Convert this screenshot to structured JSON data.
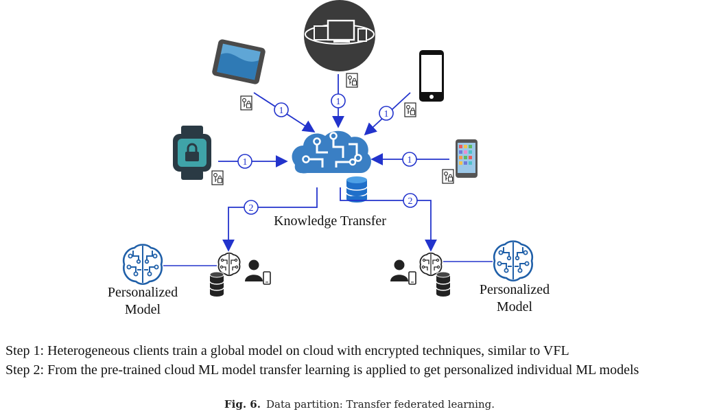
{
  "diagram": {
    "knowledge_label": "Knowledge Transfer",
    "step_marker_1": "1",
    "step_marker_2": "2",
    "personalized_left_line1": "Personalized",
    "personalized_left_line2": "Model",
    "personalized_right_line1": "Personalized",
    "personalized_right_line2": "Model"
  },
  "steps": {
    "step1": "Step 1: Heterogeneous clients train a global model on cloud with encrypted techniques, similar to VFL",
    "step2": "Step 2: From the pre-trained cloud ML model transfer learning is applied to get personalized individual ML models"
  },
  "caption": {
    "label": "Fig. 6.",
    "text": "Data partition: Transfer federated learning."
  },
  "colors": {
    "arrow": "#2233cc",
    "brain": "#3a7fc4",
    "brain_dark": "#1f5fa8",
    "watch": "#3fa3a8"
  }
}
